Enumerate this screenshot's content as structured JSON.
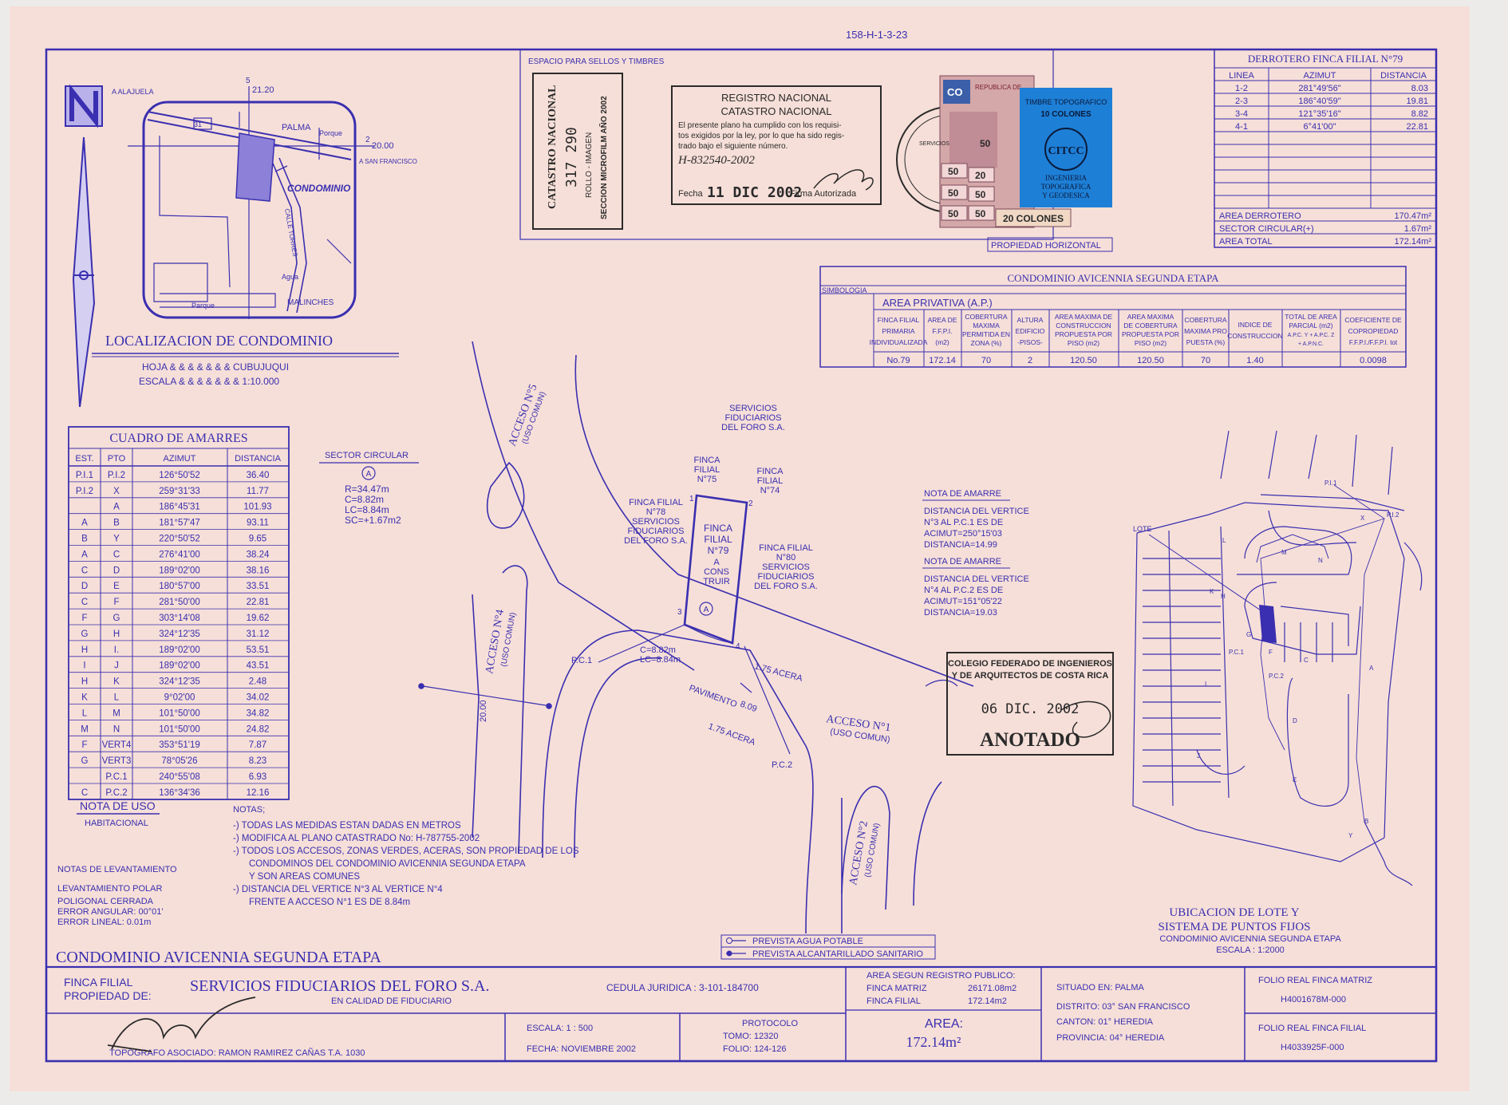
{
  "colors": {
    "ink": "#3a2fb0",
    "paper": "#f6dfd8",
    "stamp_black": "#2a2a2a",
    "stamp_blue": "#1e7fd6"
  },
  "plan_number": "158-H-1-3-23",
  "location": {
    "title": "LOCALIZACION DE CONDOMINIO",
    "hoja": "HOJA & & & & & & & CUBUJUQUI",
    "escala": "ESCALA & & & & & & & 1:10.000",
    "labels": {
      "alajuela": "A ALAJUELA",
      "palma": "PALMA",
      "porque1": "Porque",
      "condominio": "CONDOMINIO",
      "calle": "CALLE TORRES",
      "agua": "Agua",
      "porque2": "Parque",
      "malinches": "MALINCHES",
      "san_francisco": "A SAN FRANCISCO",
      "road31": "31",
      "c1": "5",
      "c2": "21.20",
      "c3": "2",
      "c4": "20.00"
    }
  },
  "stamps_area": {
    "title": "ESPACIO PARA SELLOS Y TIMBRES"
  },
  "catastro_stamp": {
    "line1": "CATASTRO NACIONAL",
    "line2": "317 290",
    "line3": "ROLLO - IMAGEN",
    "line4": "SECCION MICROFILM AÑO 2002"
  },
  "registro_stamp": {
    "title1": "REGISTRO NACIONAL",
    "title2": "CATASTRO NACIONAL",
    "text1": "El presente plano ha cumplido con los requisi-",
    "text2": "tos exigidos por la ley, por lo que ha sido regis-",
    "text3": "trado bajo el siguiente número.",
    "number": "H-832540-2002",
    "fecha_label": "Fecha",
    "fecha": "11 DIC 2002",
    "firma": "Firma Autorizada"
  },
  "timbre": {
    "title": "TIMBRE TOPOGRAFICO",
    "value": "10 COLONES",
    "logo": "CITCC",
    "sub1": "INGENIERIA",
    "sub2": "TOPOGRAFICA",
    "sub3": "Y GEODESICA",
    "bottom": "20 COLONES",
    "republica": "REPUBLICA DE",
    "co": "CO",
    "servicios": "SERVICIOS",
    "n1": "50",
    "n2": "20",
    "n3": "50",
    "n4": "50",
    "n5": "50",
    "n6": "50",
    "n7": "50"
  },
  "propiedad_horizontal": "PROPIEDAD HORIZONTAL",
  "derrotero": {
    "title": "DERROTERO FINCA FILIAL N°79",
    "headers": [
      "LINEA",
      "AZIMUT",
      "DISTANCIA"
    ],
    "rows": [
      [
        "1-2",
        "281°49'56\"",
        "8.03"
      ],
      [
        "2-3",
        "186°40'59\"",
        "19.81"
      ],
      [
        "3-4",
        "121°35'16\"",
        "8.82"
      ],
      [
        "4-1",
        "6°41'00\"",
        "22.81"
      ]
    ],
    "summary": [
      [
        "AREA DERROTERO",
        "170.47m²"
      ],
      [
        "SECTOR CIRCULAR(+)",
        "1.67m²"
      ],
      [
        "AREA TOTAL",
        "172.14m²"
      ]
    ]
  },
  "condo_table": {
    "title": "CONDOMINIO AVICENNIA SEGUNDA ETAPA",
    "simbologia": "SIMBOLOGIA",
    "area_privativa": "AREA PRIVATIVA (A.P.)",
    "headers": [
      [
        "FINCA FILIAL",
        "PRIMARIA",
        "INDIVIDUALIZADA"
      ],
      [
        "AREA DE",
        "F.F.P.I.",
        "(m2)"
      ],
      [
        "COBERTURA",
        "MAXIMA",
        "PERMITIDA EN",
        "ZONA (%)"
      ],
      [
        "ALTURA",
        "EDIFICIO",
        "-PISOS-"
      ],
      [
        "AREA MAXIMA DE",
        "CONSTRUCCION",
        "PROPUESTA POR",
        "PISO (m2)"
      ],
      [
        "AREA MAXIMA",
        "DE COBERTURA",
        "PROPUESTA POR",
        "PISO (m2)"
      ],
      [
        "COBERTURA",
        "MAXIMA PRO",
        "PUESTA (%)"
      ],
      [
        "INDICE DE",
        "CONSTRUCCION"
      ],
      [
        "TOTAL DE AREA",
        "PARCIAL (m2)",
        "A.P.C. Y + A.P.C. Z",
        "+ A.P.N.C."
      ],
      [
        "COEFICIENTE DE",
        "COPROPIEDAD",
        "F.F.P.I./F.F.P.I. tot"
      ]
    ],
    "row": [
      "No.79",
      "172.14",
      "70",
      "2",
      "120.50",
      "120.50",
      "70",
      "1.40",
      "",
      "0.0098"
    ]
  },
  "amarres": {
    "title": "CUADRO DE AMARRES",
    "headers": [
      "EST.",
      "PTO",
      "AZIMUT",
      "DISTANCIA"
    ],
    "rows": [
      [
        "P.I.1",
        "P.I.2",
        "126°50'52",
        "36.40"
      ],
      [
        "P.I.2",
        "X",
        "259°31'33",
        "11.77"
      ],
      [
        "",
        "A",
        "186°45'31",
        "101.93"
      ],
      [
        "A",
        "B",
        "181°57'47",
        "93.11"
      ],
      [
        "B",
        "Y",
        "220°50'52",
        "9.65"
      ],
      [
        "A",
        "C",
        "276°41'00",
        "38.24"
      ],
      [
        "C",
        "D",
        "189°02'00",
        "38.16"
      ],
      [
        "D",
        "E",
        "180°57'00",
        "33.51"
      ],
      [
        "C",
        "F",
        "281°50'00",
        "22.81"
      ],
      [
        "F",
        "G",
        "303°14'08",
        "19.62"
      ],
      [
        "G",
        "H",
        "324°12'35",
        "31.12"
      ],
      [
        "H",
        "I.",
        "189°02'00",
        "53.51"
      ],
      [
        "I",
        "J",
        "189°02'00",
        "43.51"
      ],
      [
        "H",
        "K",
        "324°12'35",
        "2.48"
      ],
      [
        "K",
        "L",
        "9°02'00",
        "34.02"
      ],
      [
        "L",
        "M",
        "101°50'00",
        "34.82"
      ],
      [
        "M",
        "N",
        "101°50'00",
        "24.82"
      ],
      [
        "F",
        "VERT4",
        "353°51'19",
        "7.87"
      ],
      [
        "G",
        "VERT3",
        "78°05'26",
        "8.23"
      ],
      [
        "",
        "P.C.1",
        "240°55'08",
        "6.93"
      ],
      [
        "C",
        "P.C.2",
        "136°34'36",
        "12.16"
      ]
    ]
  },
  "nota_uso": {
    "title": "NOTA DE USO",
    "value": "HABITACIONAL"
  },
  "notas": {
    "title": "NOTAS;",
    "items": [
      "-) TODAS LAS MEDIDAS ESTAN DADAS EN METROS",
      "-) MODIFICA AL PLANO CATASTRADO No: H-787755-2002",
      "-) TODOS LOS ACCESOS, ZONAS VERDES, ACERAS, SON PROPIEDAD DE LOS",
      "CONDOMINOS DEL CONDOMINIO AVICENNIA SEGUNDA ETAPA",
      "Y SON AREAS COMUNES",
      "-) DISTANCIA DEL VERTICE N°3 AL VERTICE N°4",
      "FRENTE A ACCESO N°1 ES DE 8.84m"
    ]
  },
  "levantamiento": {
    "title": "NOTAS DE LEVANTAMIENTO",
    "l1": "LEVANTAMIENTO POLAR",
    "l2": "POLIGONAL CERRADA",
    "l3": "ERROR ANGULAR: 00°01'",
    "l4": "ERROR LINEAL: 0.01m"
  },
  "sector": {
    "title": "SECTOR CIRCULAR",
    "marker": "A",
    "r": "R=34.47m",
    "c": "C=8.82m",
    "lc": "LC=8.84m",
    "sc": "SC=+1.67m2"
  },
  "plan": {
    "acceso5": "ACCESO N°5",
    "acceso5_sub": "(USO COMUN)",
    "acceso4": "ACCESO N°4",
    "acceso4_sub": "(USO COMUN)",
    "acceso2": "ACCESO N°2",
    "acceso2_sub": "(USO COMUN)",
    "acceso1": "ACCESO N°1",
    "acceso1_sub": "(USO COMUN)",
    "servicios_top": [
      "SERVICIOS",
      "FIDUCIARIOS",
      "DEL FORO S.A."
    ],
    "ff75": [
      "FINCA",
      "FILIAL",
      "N°75"
    ],
    "ff74": [
      "FINCA",
      "FILIAL",
      "N°74"
    ],
    "ff78": [
      "FINCA FILIAL",
      "N°78",
      "SERVICIOS",
      "FIDUCIARIOS",
      "DEL FORO S.A."
    ],
    "ff80": [
      "FINCA FILIAL",
      "N°80",
      "SERVICIOS",
      "FIDUCIARIOS",
      "DEL FORO S.A."
    ],
    "ff79": [
      "FINCA",
      "FILIAL",
      "N°79",
      "A",
      "CONS",
      "TRUIR"
    ],
    "v1": "1",
    "v2": "2",
    "v3": "3",
    "v4": "4",
    "marker": "A",
    "pc1": "P.C.1",
    "pc2": "P.C.2",
    "c_lbl": "C=8.82m",
    "lc_lbl": "LC=8.84m",
    "acera1": "1.75 ACERA",
    "acera2": "1.75 ACERA",
    "pavimento": "PAVIMENTO",
    "pav_w": "8.09",
    "dim20": "20.00"
  },
  "nota_amarre1": {
    "title": "NOTA DE AMARRE",
    "l1": "DISTANCIA DEL VERTICE",
    "l2": "N°3 AL P.C.1 ES DE",
    "l3": "ACIMUT=250°15'03",
    "l4": "DISTANCIA=14.99"
  },
  "nota_amarre2": {
    "title": "NOTA DE AMARRE",
    "l1": "DISTANCIA DEL VERTICE",
    "l2": "N°4 AL P.C.2 ES DE",
    "l3": "ACIMUT=151°05'22",
    "l4": "DISTANCIA=19.03"
  },
  "colegio_stamp": {
    "l1": "COLEGIO FEDERADO DE INGENIEROS",
    "l2": "Y DE ARQUITECTOS DE COSTA RICA",
    "date": "06 DIC. 2002",
    "status": "ANOTADO"
  },
  "ubicacion": {
    "t1": "UBICACION DE LOTE Y",
    "t2": "SISTEMA DE PUNTOS FIJOS",
    "t3": "CONDOMINIO AVICENNIA SEGUNDA ETAPA",
    "t4": "ESCALA : 1:2000",
    "lote": "LOTE",
    "pi1": "P.I.1",
    "pi2": "P.I.2",
    "x": "X",
    "y": "Y",
    "a": "A",
    "b": "B",
    "c": "C",
    "d": "D",
    "e": "E",
    "f": "F",
    "g": "G",
    "h": "H",
    "i": "I",
    "j": "J",
    "k": "K",
    "l": "L",
    "m": "M",
    "n": "N",
    "pc1": "P.C.1",
    "pc2": "P.C.2"
  },
  "legend": {
    "agua": "PREVISTA AGUA POTABLE",
    "alcantarillado": "PREVISTA ALCANTARILLADO SANITARIO"
  },
  "main_title": "CONDOMINIO AVICENNIA SEGUNDA ETAPA",
  "title_block": {
    "finca_label1": "FINCA FILIAL",
    "finca_label2": "PROPIEDAD DE:",
    "owner": "SERVICIOS FIDUCIARIOS DEL FORO S.A.",
    "owner_sub": "EN CALIDAD DE FIDUCIARIO",
    "cedula": "CEDULA JURIDICA : 3-101-184700",
    "area_reg": "AREA SEGUN REGISTRO PUBLICO:",
    "fm_label": "FINCA MATRIZ",
    "fm_val": "26171.08m2",
    "ff_label": "FINCA FILIAL",
    "ff_val": "172.14m2",
    "situado": "SITUADO EN: PALMA",
    "distrito": "DISTRITO: 03° SAN FRANCISCO",
    "canton": "CANTON: 01° HEREDIA",
    "provincia": "PROVINCIA: 04° HEREDIA",
    "folio_matriz_lbl": "FOLIO REAL FINCA MATRIZ",
    "folio_matriz": "H4001678M-000",
    "folio_filial_lbl": "FOLIO REAL FINCA FILIAL",
    "folio_filial": "H4033925F-000",
    "escala": "ESCALA: 1 : 500",
    "fecha": "FECHA: NOVIEMBRE 2002",
    "protocolo": "PROTOCOLO",
    "tomo": "TOMO: 12320",
    "folio": "FOLIO: 124-126",
    "area_lbl": "AREA:",
    "area_val": "172.14m²",
    "topografo": "TOPOGRAFO ASOCIADO: RAMON RAMIREZ CAÑAS T.A. 1030"
  }
}
